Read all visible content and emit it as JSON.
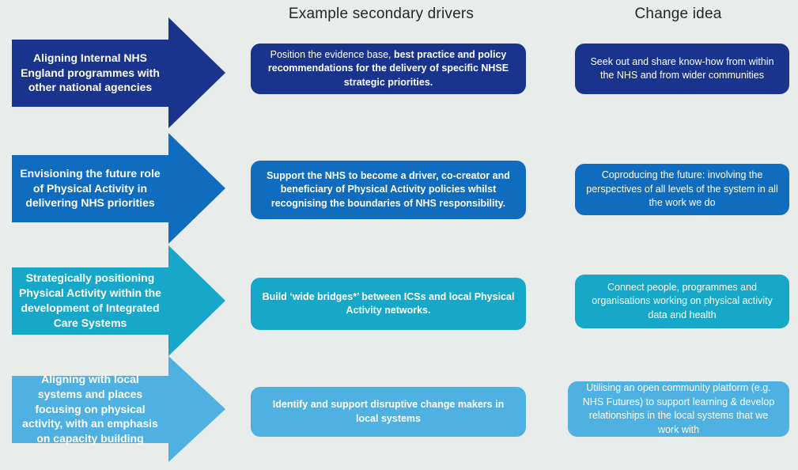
{
  "headers": {
    "secondary_drivers": "Example secondary drivers",
    "change_idea": "Change idea"
  },
  "colors": {
    "row_1_navy": "#1a338c",
    "row_2_blue": "#0f6cbf",
    "row_3_teal": "#17a8c9",
    "row_4_light_blue": "#4fb0e2",
    "background": "#e8eceb",
    "shape_text": "#ffffff",
    "header_text": "#262626"
  },
  "rows": [
    {
      "driver": "Aligning Internal NHS England programmes with other national agencies",
      "secondary": {
        "plain": "Position the evidence base, ",
        "bold": "best practice and policy recommendations for the delivery of specific NHSE strategic priorities."
      },
      "change_idea": "Seek out and share know-how from within the NHS and from wider communities"
    },
    {
      "driver": "Envisioning the future role of Physical Activity in delivering NHS priorities",
      "secondary": {
        "plain": "",
        "bold": "Support the NHS to become a driver, co-creator and beneficiary of Physical Activity policies whilst recognising the boundaries of NHS responsibility."
      },
      "change_idea": "Coproducing the future: involving the perspectives of all levels of the system in all the work we do"
    },
    {
      "driver": "Strategically positioning Physical Activity within the development of Integrated Care Systems",
      "secondary": {
        "plain": "",
        "bold": "Build ‘wide bridges*’ between ICSs and local Physical Activity networks."
      },
      "change_idea": "Connect people, programmes and organisations working on physical activity data and health"
    },
    {
      "driver": "Aligning with local systems and places focusing on physical activity, with an emphasis on capacity building",
      "secondary": {
        "plain": "",
        "bold": "Identify and support disruptive change makers in local systems"
      },
      "change_idea": "Utilising an open community platform (e.g. NHS Futures) to support learning & develop relationships in the local systems that we work with"
    }
  ]
}
